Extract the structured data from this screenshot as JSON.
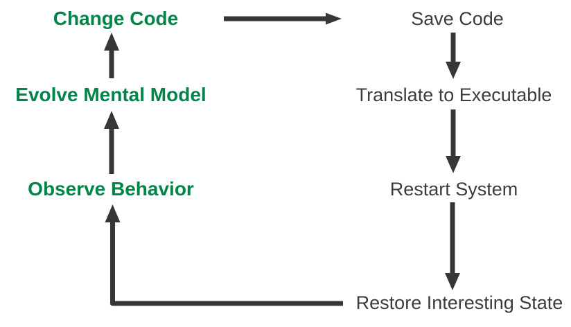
{
  "colors": {
    "green_text": "#008549",
    "dark_text": "#3c3c3c",
    "arrow": "#373737",
    "background": "#ffffff"
  },
  "nodes": {
    "change_code": "Change Code",
    "evolve_mental_model": "Evolve Mental Model",
    "observe_behavior": "Observe Behavior",
    "save_code": "Save Code",
    "translate_to_executable": "Translate to Executable",
    "restart_system": "Restart System",
    "restore_interesting_state": "Restore Interesting State"
  },
  "arrows": [
    {
      "from": "change_code",
      "to": "save_code",
      "direction": "right"
    },
    {
      "from": "save_code",
      "to": "translate_to_executable",
      "direction": "down"
    },
    {
      "from": "translate_to_executable",
      "to": "restart_system",
      "direction": "down"
    },
    {
      "from": "restart_system",
      "to": "restore_interesting_state",
      "direction": "down"
    },
    {
      "from": "restore_interesting_state",
      "to": "observe_behavior",
      "direction": "left-then-up"
    },
    {
      "from": "observe_behavior",
      "to": "evolve_mental_model",
      "direction": "up"
    },
    {
      "from": "evolve_mental_model",
      "to": "change_code",
      "direction": "up"
    }
  ]
}
